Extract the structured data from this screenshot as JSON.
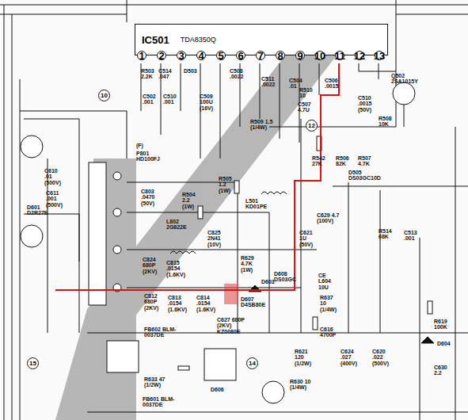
{
  "diagram": {
    "nodes": [
      {
        "text": [
          "IC501",
          "TDA8350Q"
        ]
      },
      {
        "text": [
          "1"
        ],
        "in": 0
      },
      {
        "text": [
          "2"
        ],
        "in": 0
      },
      {
        "text": [
          "3"
        ],
        "in": 0
      },
      {
        "text": [
          "4"
        ],
        "in": 0
      },
      {
        "text": [
          "5"
        ],
        "in": 0
      },
      {
        "text": [
          "6"
        ],
        "in": 0
      },
      {
        "text": [
          "7"
        ],
        "in": 0
      },
      {
        "text": [
          "8"
        ],
        "in": 0
      },
      {
        "text": [
          "9"
        ],
        "in": 0
      },
      {
        "text": [
          "10"
        ],
        "in": 0
      },
      {
        "text": [
          "11"
        ],
        "in": 0
      },
      {
        "text": [
          "12"
        ],
        "in": 0
      },
      {
        "text": [
          "13"
        ],
        "in": 0
      },
      {
        "text": [
          "10"
        ]
      },
      {
        "text": [
          "12"
        ]
      },
      {
        "text": [
          "15"
        ]
      },
      {
        "text": [
          "14"
        ]
      }
    ],
    "labels": [
      "R503 2.2K",
      "C514 .047",
      "C502 .001",
      "C510 .001",
      "D503",
      "C509 100U (16V)",
      "C508 .0022",
      "C511 .0022",
      "C504 .01",
      "R510 10",
      "C507 4.7U",
      "C506 .0015",
      "C510 .0015 (50V)",
      "Q502 2SA1015Y",
      "R508 10K",
      "R509 1.5 (1/4W)",
      "R542 27K",
      "R506 82K",
      "R507 4.7K",
      "D505 DS03GC10D",
      "(F)",
      "P801 HD100FJ",
      "C803 .0470 (50V)",
      "R504 2.2 (1W)",
      "R505 1.2 (1W)",
      "L501 KD01PE",
      "C629 4.7 (100V)",
      "R514 68K",
      "C513 .001",
      "C621 1U (50V)",
      "L802 2G822E",
      "C825 2N41 (10V)",
      "C824 680P (2KV)",
      "C815 .0154 (1.6KV)",
      "R629 4.7K (1W)",
      "D603",
      "D608 DS03GC",
      "CE L604 10U",
      "R637 10 (1/4W)",
      "C812 680P (2KV)",
      "C813 .0154 (1.6KV)",
      "C814 .0154 (1.6KV)",
      "D607 D4SB80E",
      "C627 680P (2KV) KZ0080E",
      "C616 4700P",
      "C620 .022 (500V)",
      "R621 120 (1/2W)",
      "C624 .027 (400V)",
      "R619 100K",
      "D604",
      "C630 2.2",
      "FB602 BLM-0037DE",
      "FB601 BLM-0037DE",
      "R633 47 (1/2W)",
      "D606",
      "R630 10 (1/4W)",
      "C610 .01 (500V)",
      "C611 .001 (500V)",
      "D601 D2R27E"
    ]
  }
}
